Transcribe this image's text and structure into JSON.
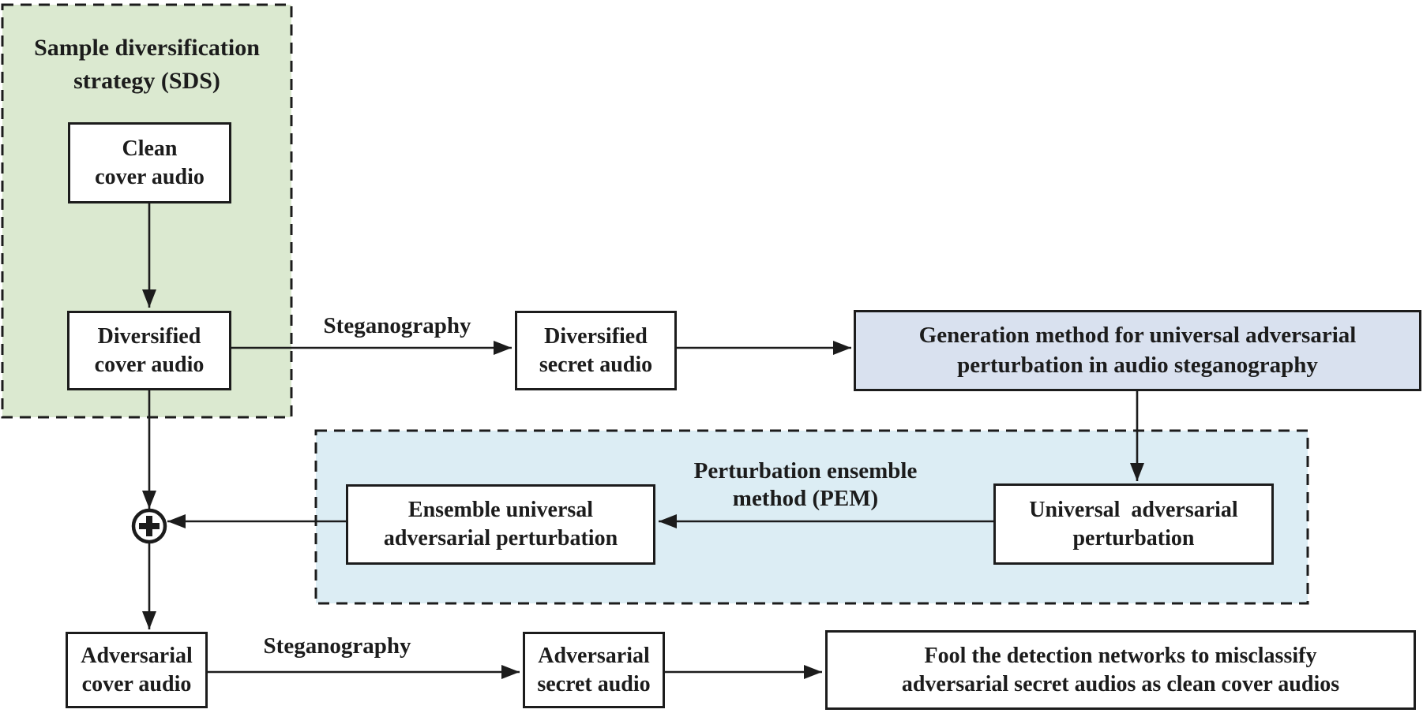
{
  "diagram": {
    "sds": {
      "title": "Sample diversification\nstrategy (SDS)",
      "clean_cover_audio": "Clean\ncover audio",
      "diversified_cover_audio": "Diversified\ncover audio"
    },
    "steganography_top_label": "Steganography",
    "diversified_secret_audio": "Diversified\nsecret audio",
    "generation_method": "Generation method for universal adversarial\nperturbation in audio steganography",
    "pem": {
      "label": "Perturbation ensemble\nmethod (PEM)",
      "ensemble_universal_adversarial_perturbation": "Ensemble universal\nadversarial perturbation",
      "universal_adversarial_perturbation": "Universal  adversarial\nperturbation"
    },
    "adder_symbol": "plus-in-circle",
    "adversarial_cover_audio": "Adversarial\ncover audio",
    "steganography_bottom_label": "Steganography",
    "adversarial_secret_audio": "Adversarial\nsecret audio",
    "fool_detection": "Fool the detection networks to misclassify\nadversarial secret audios as clean cover audios"
  },
  "colors": {
    "sds_fill": "#dbe9d0",
    "generation_fill": "#d9e1ef",
    "pem_fill": "#dcedf4",
    "line": "#1c1c1c",
    "text": "#1c1c1c",
    "node_fill": "#ffffff"
  }
}
